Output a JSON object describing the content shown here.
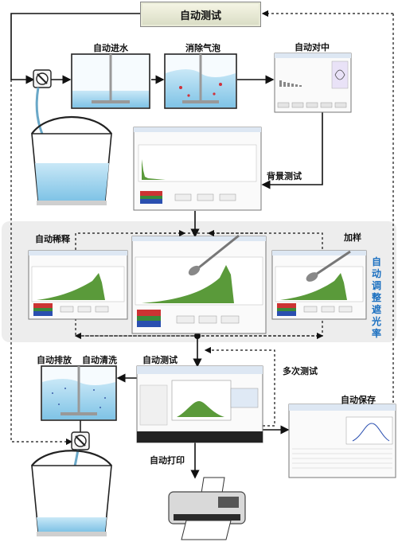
{
  "top_title": "自动测试",
  "steps": {
    "auto_water": "自动进水",
    "defoam": "消除气泡",
    "auto_center": "自动对中",
    "background_test": "背景测试",
    "auto_dilute": "自动稀释",
    "add_sample": "加样",
    "auto_obscuration": "自动调整遮光率",
    "drain": "自动排放",
    "clean": "自动清洗",
    "auto_test": "自动测试",
    "multi_test": "多次测试",
    "auto_save": "自动保存",
    "auto_print": "自动打印"
  },
  "colors": {
    "water": "#a8d8f0",
    "chart_fill": "#5a9a3a",
    "arrow": "#111111",
    "vertical_label": "#1a6fc0"
  }
}
